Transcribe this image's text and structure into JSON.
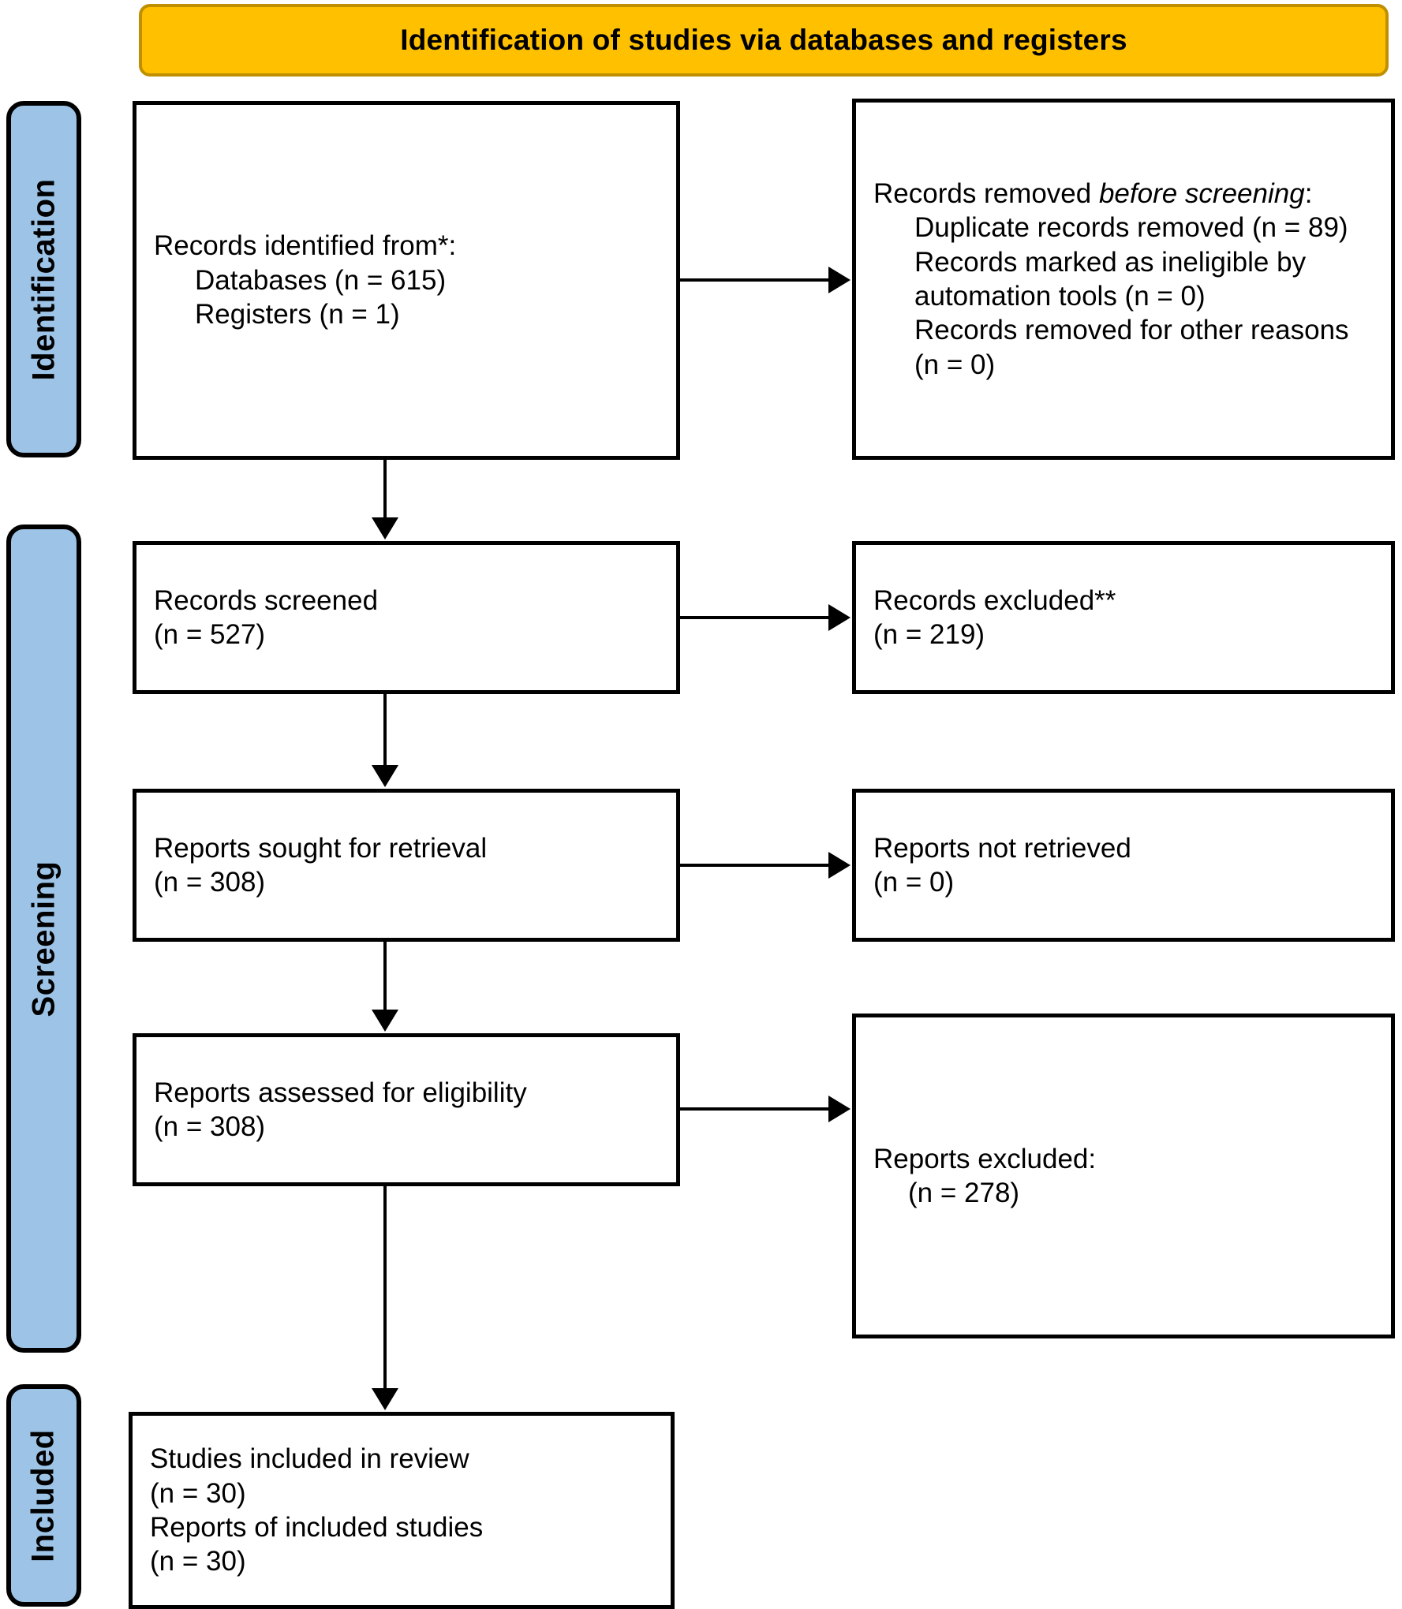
{
  "banner": {
    "title": "Identification of studies via databases and registers"
  },
  "stages": [
    {
      "id": "identification",
      "label": "Identification"
    },
    {
      "id": "screening",
      "label": "Screening"
    },
    {
      "id": "included",
      "label": "Included"
    }
  ],
  "boxes": {
    "identified": {
      "line1": "Records identified from*:",
      "line2": "Databases (n = 615)",
      "line3": "Registers (n = 1)"
    },
    "removed": {
      "line1_a": "Records removed ",
      "line1_em": "before screening",
      "line1_b": ":",
      "line2": "Duplicate records removed (n = 89)",
      "line3": "Records marked as ineligible by automation tools (n = 0)",
      "line4": "Records removed for other reasons (n = 0)"
    },
    "screened": {
      "line1": "Records screened",
      "line2": "(n = 527)"
    },
    "records_excluded": {
      "line1": "Records excluded**",
      "line2": "(n = 219)"
    },
    "sought": {
      "line1": "Reports sought for retrieval",
      "line2": "(n = 308)"
    },
    "not_retrieved": {
      "line1": "Reports not retrieved",
      "line2": "(n = 0)"
    },
    "assessed": {
      "line1": "Reports assessed for eligibility",
      "line2": "(n = 308)"
    },
    "reports_excluded": {
      "line1": "Reports excluded:",
      "line2": "(n = 278)"
    },
    "included": {
      "line1": "Studies included in review",
      "line2": "(n = 30)",
      "line3": "Reports of included studies",
      "line4": "(n = 30)"
    }
  },
  "colors": {
    "banner_fill": "#FFC000",
    "banner_border": "#BF8F00",
    "stage_fill": "#9DC3E6",
    "box_border": "#000000",
    "box_fill": "#FFFFFF",
    "text": "#000000"
  },
  "flow_counts": {
    "databases": 615,
    "registers": 1,
    "duplicates_removed": 89,
    "ineligible_by_automation": 0,
    "removed_other_reasons": 0,
    "records_screened": 527,
    "records_excluded": 219,
    "reports_sought": 308,
    "reports_not_retrieved": 0,
    "reports_assessed": 308,
    "reports_excluded": 278,
    "studies_included": 30,
    "reports_of_included_studies": 30
  }
}
